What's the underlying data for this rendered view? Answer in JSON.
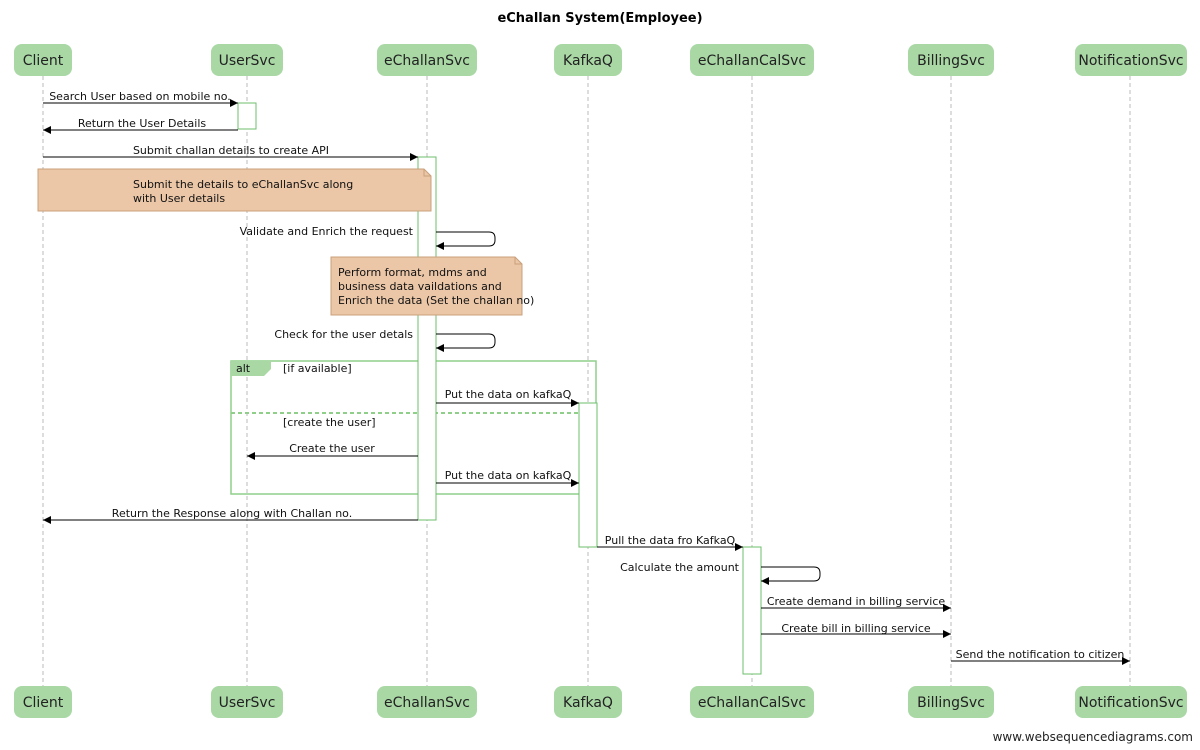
{
  "title": "eChallan System(Employee)",
  "watermark": "www.websequencediagrams.com",
  "colors": {
    "actor_fill": "#a9d8a5",
    "activation_stroke": "#6cbf6c",
    "note_fill": "#ebc7a8",
    "note_stroke": "#c9a07a",
    "frame_stroke": "#8fcf8a",
    "frame_tag_fill": "#a9d8a5",
    "lifeline": "#bbbbbb",
    "arrow": "#000000"
  },
  "actors": [
    "Client",
    "UserSvc",
    "eChallanSvc",
    "KafkaQ",
    "eChallanCalSvc",
    "BillingSvc",
    "NotificationSvc"
  ],
  "messages": [
    "Search User based on mobile no.",
    "Return the User Details",
    "Submit challan details to create API",
    "Validate and Enrich the request",
    "Check for the user detals",
    "Put the data on kafkaQ",
    "Create the user",
    "Put the data on kafkaQ",
    "Return the Response along with Challan no.",
    "Pull the data fro KafkaQ",
    "Calculate the amount",
    "Create demand in billing service",
    "Create bill in billing service",
    "Send the notification to citizen"
  ],
  "notes": [
    [
      "Submit the details to eChallanSvc along",
      "with User details"
    ],
    [
      "Perform format, mdms and",
      "business data vaildations and",
      "Enrich the data (Set the challan no)"
    ]
  ],
  "alt_frame": {
    "tag": "alt",
    "conditions": [
      "[if available]",
      "[create the user]"
    ]
  }
}
